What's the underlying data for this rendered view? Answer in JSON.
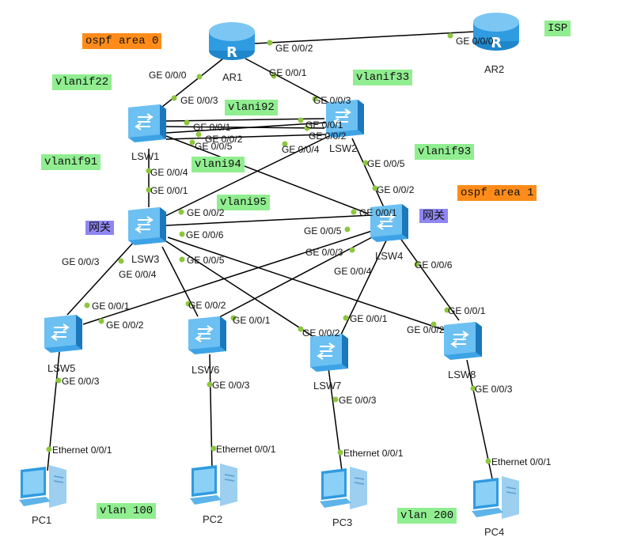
{
  "tags": {
    "ospf_area0": "ospf area 0",
    "isp": "ISP",
    "vlanif22": "vlanif22",
    "vlanif33": "vlanif33",
    "vlani92": "vlani92",
    "vlanif91": "vlanif91",
    "vlani94": "vlani94",
    "vlanif93": "vlanif93",
    "ospf_area1": "ospf area 1",
    "vlani95": "vlani95",
    "gateway_lsw3": "网关",
    "gateway_lsw4": "网关",
    "vlan100": "vlan 100",
    "vlan200": "vlan 200"
  },
  "devices": {
    "ar1": "AR1",
    "ar2": "AR2",
    "lsw1": "LSW1",
    "lsw2": "LSW2",
    "lsw3": "LSW3",
    "lsw4": "LSW4",
    "lsw5": "LSW5",
    "lsw6": "LSW6",
    "lsw7": "LSW7",
    "lsw8": "LSW8",
    "pc1": "PC1",
    "pc2": "PC2",
    "pc3": "PC3",
    "pc4": "PC4"
  },
  "ports": {
    "ar1_ge002": "GE 0/0/2",
    "ar2_ge000": "GE 0/0/0",
    "ar1_ge000": "GE 0/0/0",
    "ar1_ge001": "GE 0/0/1",
    "lsw1_ge003": "GE 0/0/3",
    "lsw2_ge003": "GE 0/0/3",
    "lsw1_ge001": "GE 0/0/1",
    "lsw2_ge001": "GE 0/0/1",
    "lsw1_ge002": "GE 0/0/2",
    "lsw2_ge002": "GE 0/0/2",
    "lsw1_ge005": "GE 0/0/5",
    "lsw2_ge004": "GE 0/0/4",
    "lsw1_ge004": "GE 0/0/4",
    "lsw3_ge001": "GE 0/0/1",
    "lsw2_ge005": "GE 0/0/5",
    "lsw4_ge002": "GE 0/0/2",
    "lsw3_ge002": "GE 0/0/2",
    "lsw4_ge001": "GE 0/0/1",
    "lsw3_ge006": "GE 0/0/6",
    "lsw4_ge005": "GE 0/0/5",
    "lsw3_ge005": "GE 0/0/5",
    "lsw4_ge003": "GE 0/0/3",
    "lsw3_ge003": "GE 0/0/3",
    "lsw3_ge004": "GE 0/0/4",
    "lsw4_ge004": "GE 0/0/4",
    "lsw4_ge006": "GE 0/0/6",
    "lsw5_ge001": "GE 0/0/1",
    "lsw5_ge002": "GE 0/0/2",
    "lsw6_ge002": "GE 0/0/2",
    "lsw6_ge001": "GE 0/0/1",
    "lsw7_ge001": "GE 0/0/1",
    "lsw7_ge002": "GE 0/0/2",
    "lsw8_ge001": "GE 0/0/1",
    "lsw8_ge002": "GE 0/0/2",
    "lsw5_ge003": "GE 0/0/3",
    "lsw6_ge003": "GE 0/0/3",
    "lsw7_ge003": "GE 0/0/3",
    "lsw8_ge003": "GE 0/0/3",
    "pc1_eth": "Ethernet 0/0/1",
    "pc2_eth": "Ethernet 0/0/1",
    "pc3_eth": "Ethernet 0/0/1",
    "pc4_eth": "Ethernet 0/0/1"
  },
  "colors": {
    "router_fill": "#3aa7e8",
    "switch_fill": "#5bb6ee",
    "link": "#000000",
    "port_dot": "#8dc63f",
    "vlan_tag": "#90ee90",
    "area_tag": "#ff8c1a",
    "gateway_tag": "#8f86f2"
  }
}
